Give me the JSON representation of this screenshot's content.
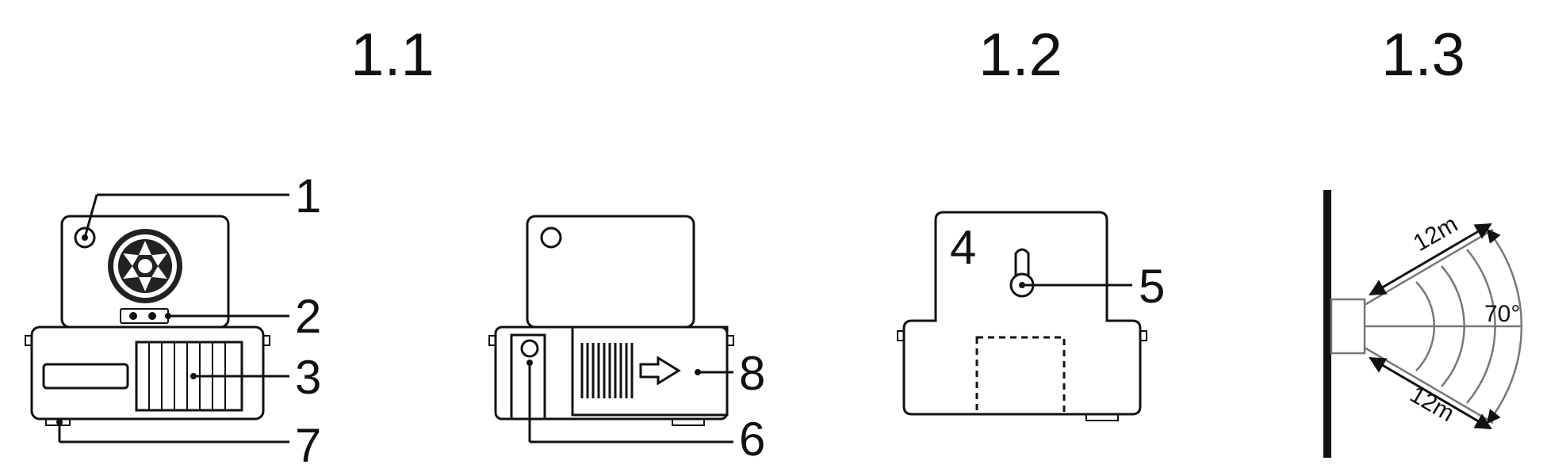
{
  "headings": {
    "h1": "1.1",
    "h2": "1.2",
    "h3": "1.3"
  },
  "callouts": {
    "c1": "1",
    "c2": "2",
    "c3": "3",
    "c4": "4",
    "c5": "5",
    "c6": "6",
    "c7": "7",
    "c8": "8"
  },
  "sensor": {
    "range_top": "12m",
    "range_bottom": "12m",
    "angle": "70°"
  }
}
